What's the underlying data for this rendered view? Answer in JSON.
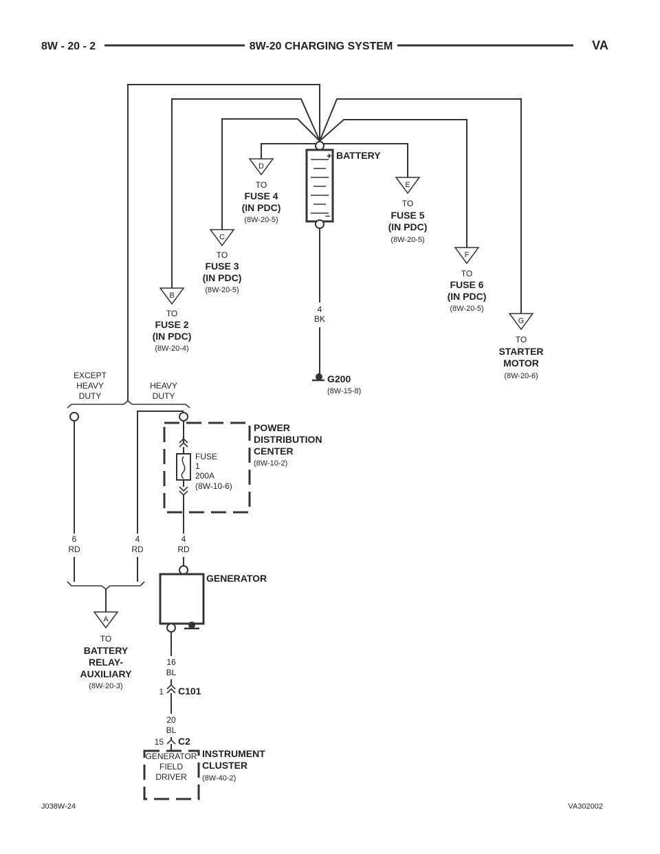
{
  "header": {
    "left": "8W - 20 - 2",
    "center": "8W-20 CHARGING SYSTEM",
    "right": "VA"
  },
  "battery": {
    "label": "BATTERY",
    "plus": "+",
    "minus": "–"
  },
  "connectors": {
    "A": {
      "letter": "A",
      "to": "TO",
      "name": [
        "BATTERY",
        "RELAY-",
        "AUXILIARY"
      ],
      "ref": "(8W-20-3)"
    },
    "B": {
      "letter": "B",
      "to": "TO",
      "name": [
        "FUSE 2",
        "(IN PDC)"
      ],
      "ref": "(8W-20-4)"
    },
    "C": {
      "letter": "C",
      "to": "TO",
      "name": [
        "FUSE 3",
        "(IN PDC)"
      ],
      "ref": "(8W-20-5)"
    },
    "D": {
      "letter": "D",
      "to": "TO",
      "name": [
        "FUSE 4",
        "(IN PDC)"
      ],
      "ref": "(8W-20-5)"
    },
    "E": {
      "letter": "E",
      "to": "TO",
      "name": [
        "FUSE 5",
        "(IN PDC)"
      ],
      "ref": "(8W-20-5)"
    },
    "F": {
      "letter": "F",
      "to": "TO",
      "name": [
        "FUSE 6",
        "(IN PDC)"
      ],
      "ref": "(8W-20-5)"
    },
    "G": {
      "letter": "G",
      "to": "TO",
      "name": [
        "STARTER",
        "MOTOR"
      ],
      "ref": "(8W-20-6)"
    }
  },
  "ground": {
    "label": "G200",
    "ref": "(8W-15-8)"
  },
  "wires": {
    "battery_ground": {
      "gauge": "4",
      "color": "BK"
    },
    "except_hd": {
      "gauge": "6",
      "color": "RD"
    },
    "heavy_duty": {
      "gauge": "4",
      "color": "RD"
    },
    "pdc_out": {
      "gauge": "4",
      "color": "RD"
    },
    "gen_field": {
      "gauge": "16",
      "color": "BL"
    },
    "cluster_field": {
      "gauge": "20",
      "color": "BL"
    }
  },
  "options": {
    "except": [
      "EXCEPT",
      "HEAVY",
      "DUTY"
    ],
    "heavy": [
      "HEAVY",
      "DUTY"
    ]
  },
  "pdc": {
    "title": [
      "POWER",
      "DISTRIBUTION",
      "CENTER"
    ],
    "ref": "(8W-10-2)",
    "fuse": [
      "FUSE",
      "1",
      "200A",
      "(8W-10-6)"
    ]
  },
  "generator": {
    "label": "GENERATOR"
  },
  "c101": {
    "label": "C101",
    "pin": "1"
  },
  "c2": {
    "label": "C2",
    "pin": "15"
  },
  "cluster": {
    "title": [
      "INSTRUMENT",
      "CLUSTER"
    ],
    "ref": "(8W-40-2)",
    "inner": [
      "GENERATOR",
      "FIELD",
      "DRIVER"
    ]
  },
  "footer": {
    "left": "J038W-24",
    "right": "VA302002"
  }
}
